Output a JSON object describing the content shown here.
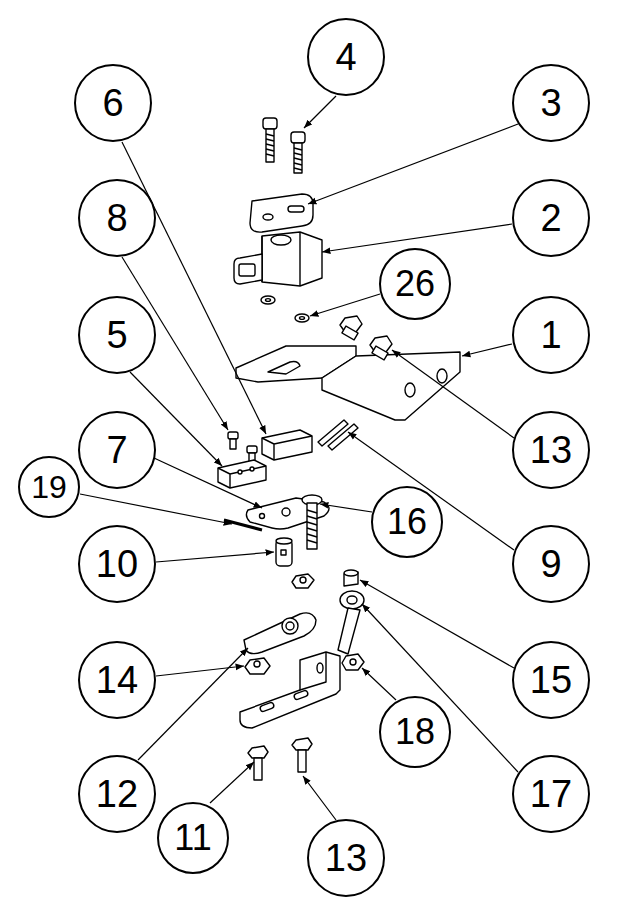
{
  "diagram": {
    "nodes": [
      {
        "text": [
          "4"
        ]
      },
      {
        "text": [
          "6"
        ]
      },
      {
        "text": [
          "3"
        ]
      },
      {
        "text": [
          "8"
        ]
      },
      {
        "text": [
          "2"
        ]
      },
      {
        "text": [
          "26"
        ]
      },
      {
        "text": [
          "5"
        ]
      },
      {
        "text": [
          "1"
        ]
      },
      {
        "text": [
          "7"
        ]
      },
      {
        "text": [
          "13"
        ]
      },
      {
        "text": [
          "19"
        ]
      },
      {
        "text": [
          "16"
        ]
      },
      {
        "text": [
          "10"
        ]
      },
      {
        "text": [
          "9"
        ]
      },
      {
        "text": [
          "14"
        ]
      },
      {
        "text": [
          "15"
        ]
      },
      {
        "text": [
          "18"
        ]
      },
      {
        "text": [
          "12"
        ]
      },
      {
        "text": [
          "17"
        ]
      },
      {
        "text": [
          "11"
        ]
      },
      {
        "text": [
          "13"
        ]
      }
    ]
  }
}
